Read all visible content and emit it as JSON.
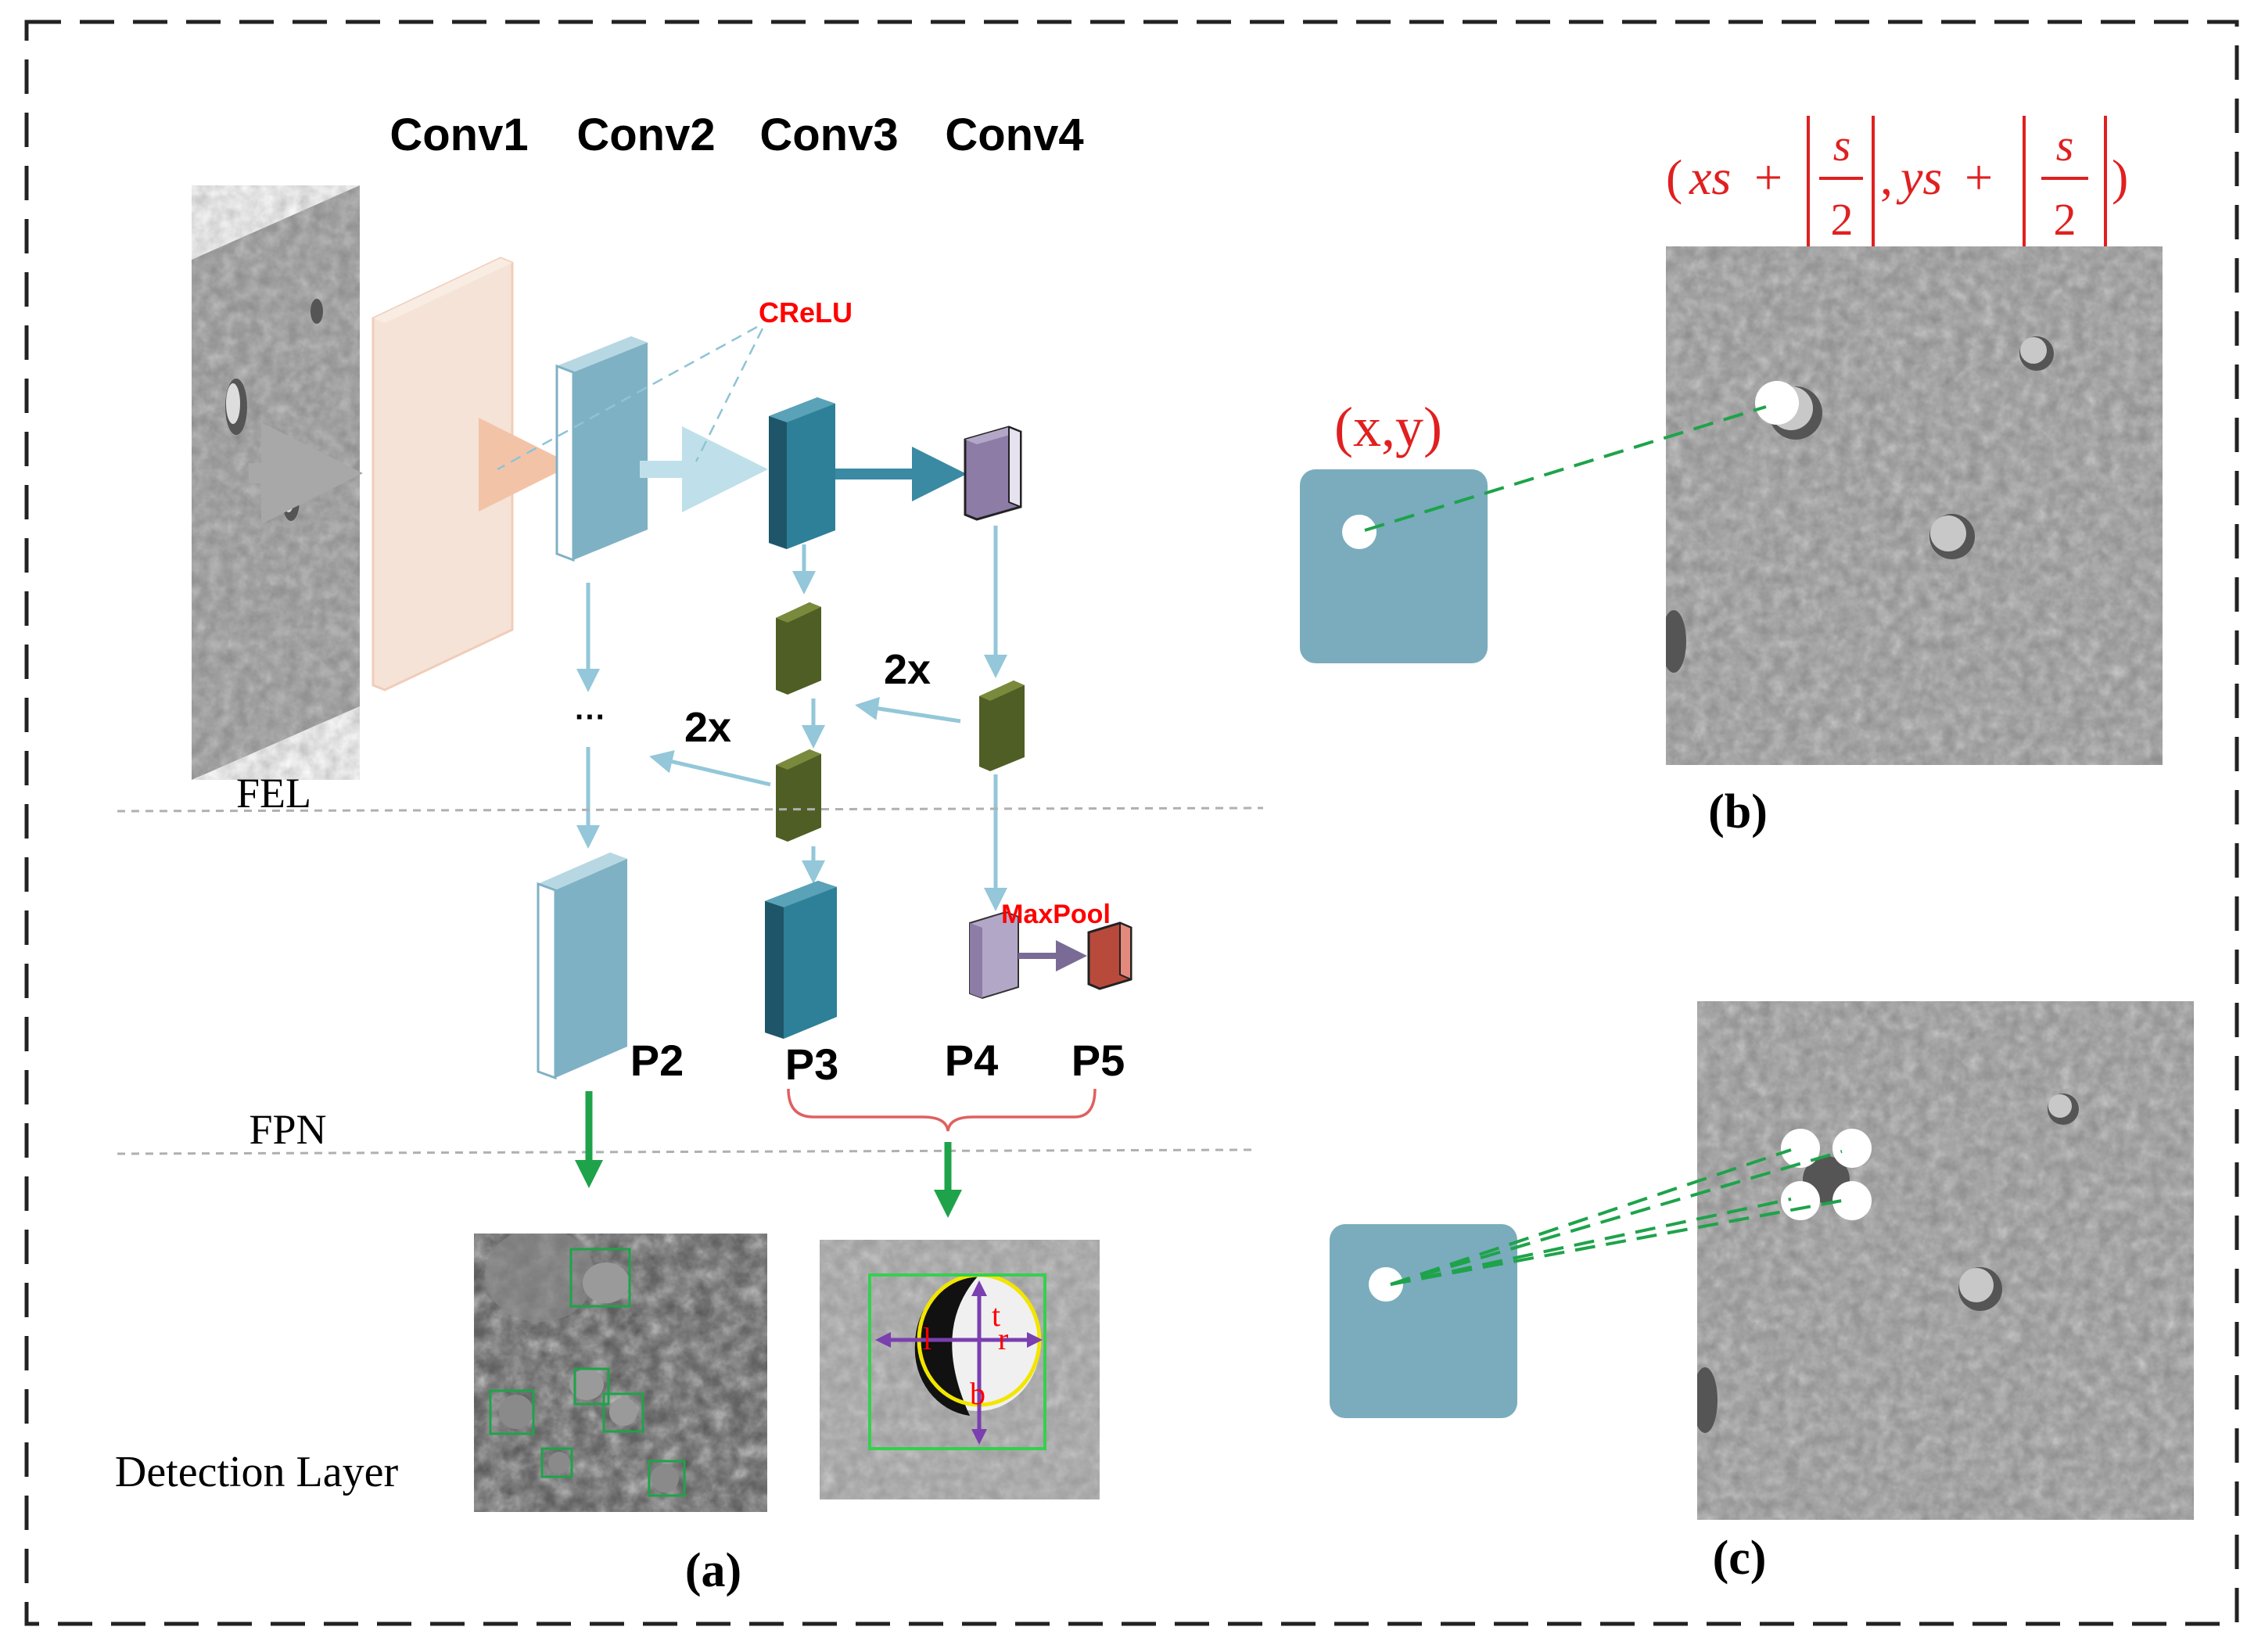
{
  "conv_headers": [
    "Conv1",
    "Conv2",
    "Conv3",
    "Conv4"
  ],
  "labels": {
    "crelu": "CReLU",
    "maxpool": "MaxPool",
    "fel": "FEL",
    "fpn": "FPN",
    "upsample_left": "2x",
    "upsample_right": "2x",
    "ellipsis": "···",
    "detection_layer": "Detection Layer"
  },
  "pyramid_levels": [
    "P2",
    "P3",
    "P4",
    "P5"
  ],
  "box_params": {
    "top": "t",
    "left": "l",
    "right": "r",
    "bottom": "b"
  },
  "panels": {
    "a": "(a)",
    "b": "(b)",
    "c": "(c)"
  },
  "coords": {
    "xy": "(x,y)",
    "open_paren": "(",
    "close_paren": ")",
    "xs": "xs",
    "ys": "ys",
    "plus": "+",
    "comma": ",",
    "s": "s",
    "two": "2"
  },
  "colors": {
    "conv1": "#f0d9cc",
    "conv2": "#7fb1c4",
    "conv3": "#2e7f98",
    "conv4": "#8c7ca6",
    "lateral": "#4f5e24",
    "p5": "#b84a3c",
    "arrow": "#93c7d9",
    "green": "#1ea34a",
    "red": "#ff0000",
    "feature_square": "#7aacbd",
    "brace": "#e06060"
  }
}
